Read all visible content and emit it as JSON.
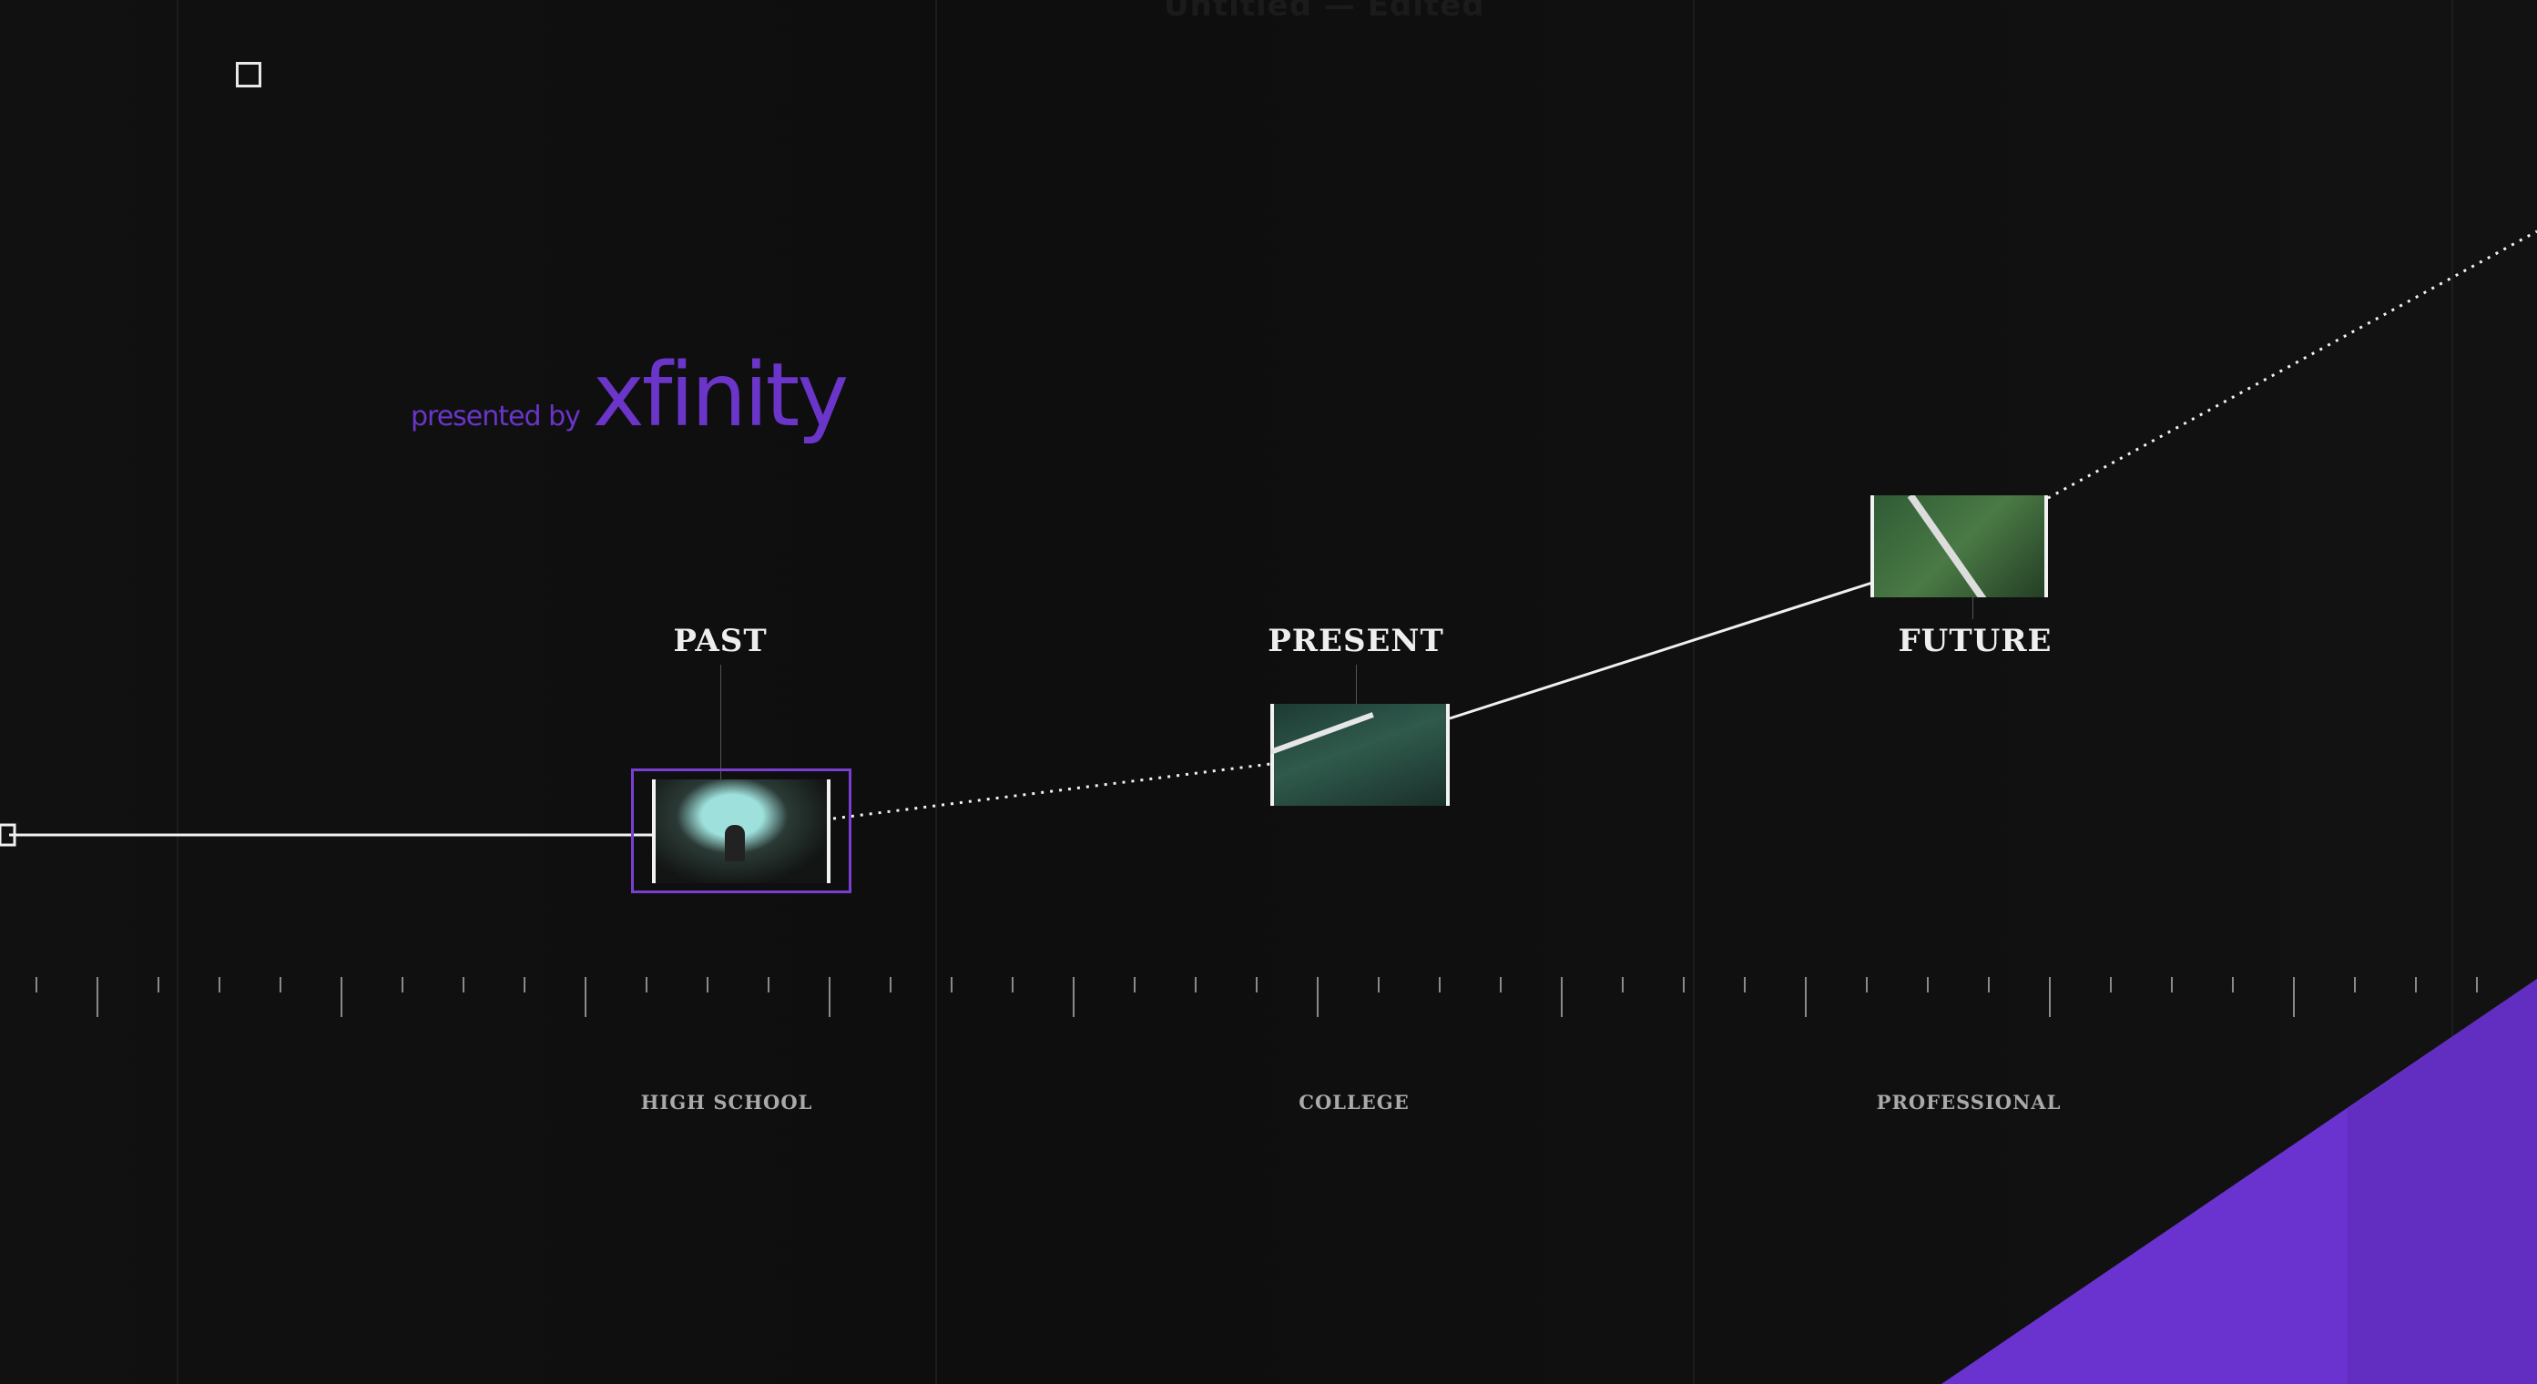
{
  "window": {
    "faint_title": "Untitled — Edited"
  },
  "sponsor": {
    "prefix": "presented by",
    "brand": "xfinity"
  },
  "timeline": {
    "eras": [
      {
        "label": "PAST"
      },
      {
        "label": "PRESENT"
      },
      {
        "label": "FUTURE"
      }
    ],
    "stages": [
      {
        "label": "HIGH SCHOOL"
      },
      {
        "label": "COLLEGE"
      },
      {
        "label": "PROFESSIONAL"
      }
    ],
    "active_era": "PAST"
  },
  "colors": {
    "accent": "#6a35c8",
    "background": "#101010",
    "line": "#f0f0f0"
  }
}
